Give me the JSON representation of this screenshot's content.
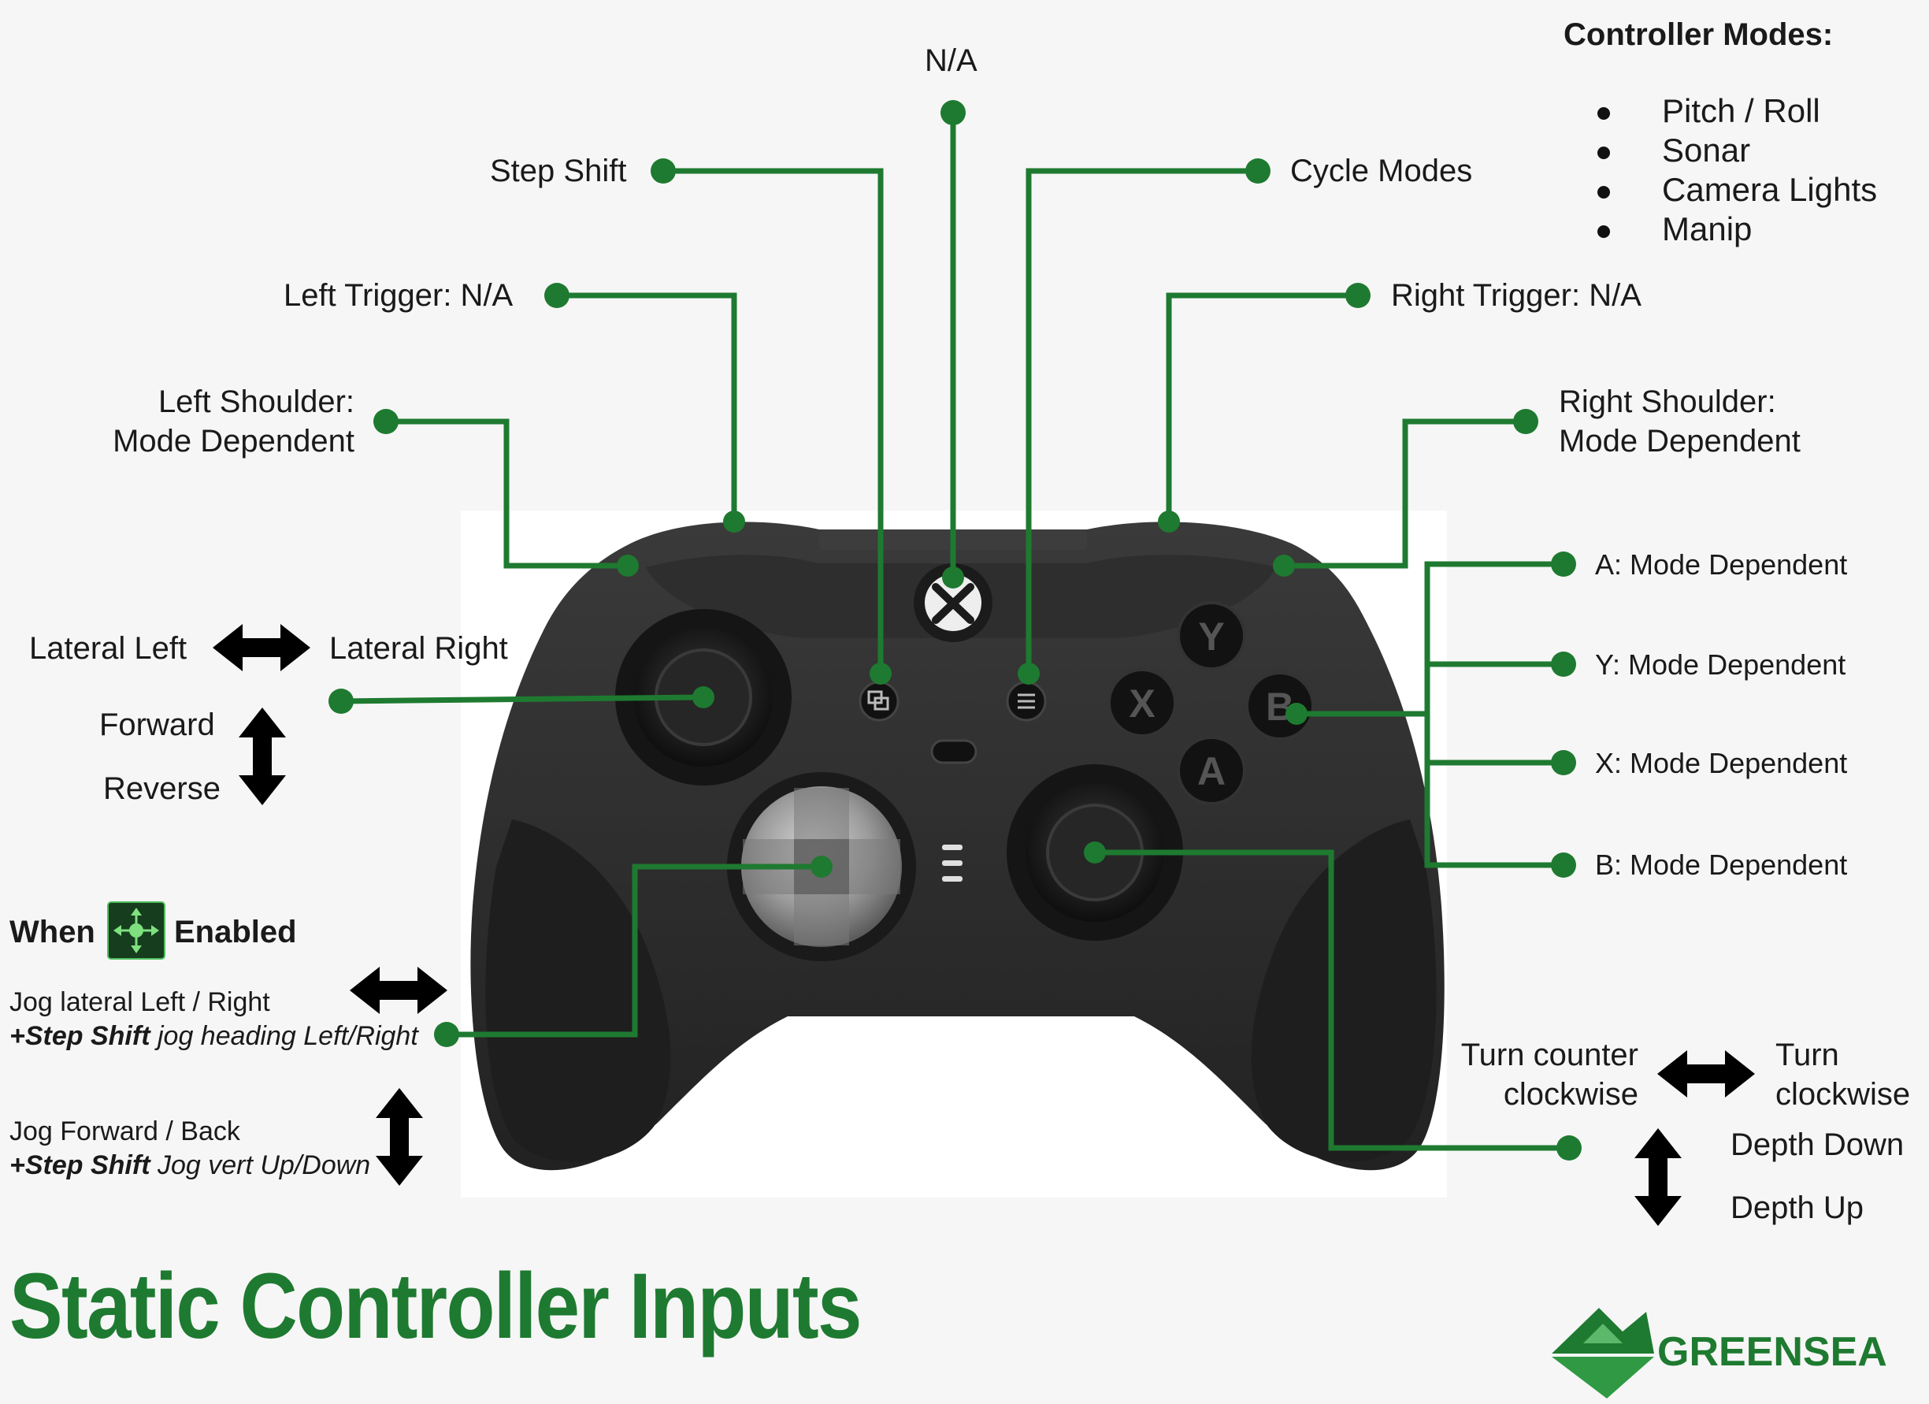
{
  "title": "Static Controller Inputs",
  "brand": "GREENSEA",
  "colors": {
    "accent": "#1e7a30",
    "controller": "#2b2b2b",
    "text": "#1a1a1a"
  },
  "controller_modes": {
    "title": "Controller Modes:",
    "items": [
      "Pitch / Roll",
      "Sonar",
      "Camera Lights",
      "Manip"
    ]
  },
  "callouts": {
    "top_center": "N/A",
    "view_button": "Step Shift",
    "menu_button": "Cycle Modes",
    "left_trigger": "Left Trigger: N/A",
    "right_trigger": "Right Trigger: N/A",
    "left_shoulder": [
      "Left Shoulder:",
      "Mode Dependent"
    ],
    "right_shoulder": [
      "Right Shoulder:",
      "Mode Dependent"
    ],
    "a_button": "A: Mode Dependent",
    "y_button": "Y: Mode Dependent",
    "x_button": "X: Mode Dependent",
    "b_button": "B: Mode Dependent"
  },
  "left_stick": {
    "lateral_left": "Lateral Left",
    "lateral_right": "Lateral Right",
    "forward": "Forward",
    "reverse": "Reverse"
  },
  "dpad": {
    "when": "When",
    "enabled": "Enabled",
    "jog_lateral": "Jog lateral Left / Right",
    "jog_lateral_shift_bold": "+Step Shift",
    "jog_lateral_shift_rest": " jog heading Left/Right",
    "jog_forward": "Jog Forward / Back",
    "jog_forward_shift_bold": "+Step Shift",
    "jog_forward_shift_rest": " Jog vert Up/Down"
  },
  "right_stick": {
    "turn_ccw": [
      "Turn counter",
      "clockwise"
    ],
    "turn_cw": [
      "Turn",
      "clockwise"
    ],
    "depth_down": "Depth Down",
    "depth_up": "Depth Up"
  },
  "face_buttons": [
    "Y",
    "X",
    "B",
    "A"
  ]
}
